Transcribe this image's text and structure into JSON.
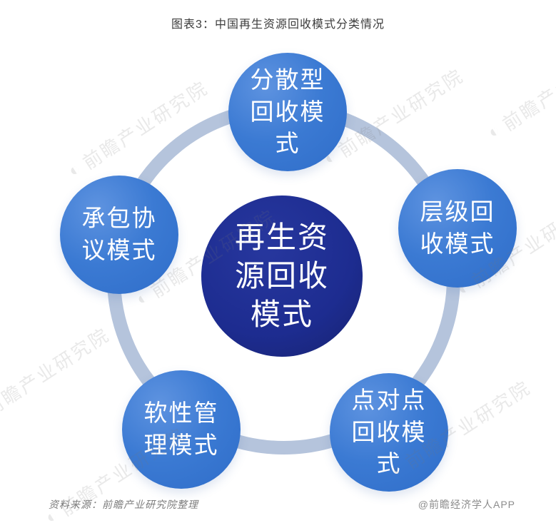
{
  "title": "图表3：中国再生资源回收模式分类情况",
  "diagram": {
    "center": {
      "label": "再生资源回收模式",
      "lines": [
        "再生资",
        "源回收",
        "模式"
      ]
    },
    "nodes": [
      {
        "id": "dispersed",
        "label": "分散型回收模式",
        "lines": [
          "分散型",
          "回收模",
          "式"
        ]
      },
      {
        "id": "hierarchical",
        "label": "层级回收模式",
        "lines": [
          "层级回",
          "收模式"
        ]
      },
      {
        "id": "point-to-point",
        "label": "点对点回收模式",
        "lines": [
          "点对点",
          "回收模",
          "式"
        ]
      },
      {
        "id": "soft-management",
        "label": "软性管理模式",
        "lines": [
          "软性管",
          "理模式"
        ]
      },
      {
        "id": "contract-agreement",
        "label": "承包协议模式",
        "lines": [
          "承包协",
          "议模式"
        ]
      }
    ]
  },
  "watermark": {
    "logo_glyph": "◐",
    "text": "前瞻产业研究院"
  },
  "footer": {
    "source": "资料来源：前瞻产业研究院整理",
    "brand": "@前瞻经济学人APP"
  },
  "colors": {
    "node-blue": "#3b7ad3",
    "node-blue-light": "#5e93e0",
    "node-blue-deep": "#2f6dc9",
    "center-navy": "#1d2c90",
    "center-navy-light": "#27379e",
    "ring": "#b5c4dc",
    "title-text": "#3c3c3c",
    "footer-text": "#7d7d7d",
    "watermark": "rgba(120,120,120,0.16)"
  }
}
